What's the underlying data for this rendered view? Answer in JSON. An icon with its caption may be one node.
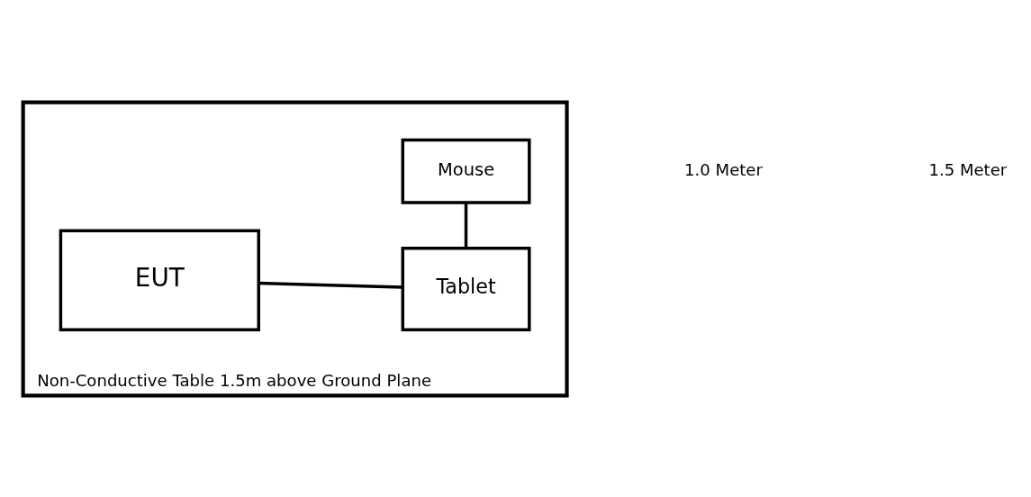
{
  "diagram": {
    "nodes": [
      {
        "text": [
          "Non-Conductive Table 1.5m above Ground Plane"
        ]
      },
      {
        "text": [
          "EUT"
        ],
        "in": 0
      },
      {
        "text": [
          "Tablet"
        ],
        "in": 0
      },
      {
        "text": [
          "Mouse"
        ],
        "in": 0
      }
    ],
    "edges": [
      {
        "from": 1,
        "to": 2,
        "arrow": "none"
      },
      {
        "from": 2,
        "to": 3,
        "arrow": "none"
      }
    ],
    "labels": [
      "1.0 Meter",
      "1.5 Meter"
    ]
  }
}
